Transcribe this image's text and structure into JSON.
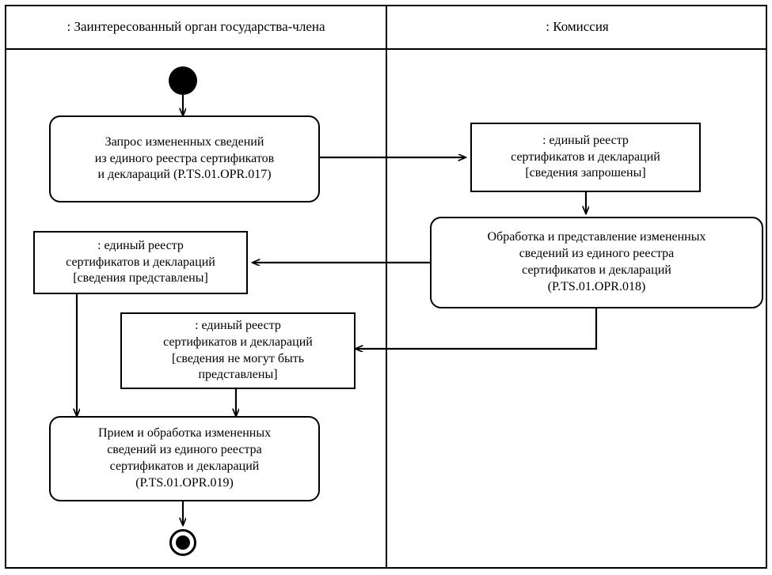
{
  "diagram": {
    "type": "uml-activity-diagram",
    "title": "",
    "line_color": "#000000",
    "background_color": "#ffffff"
  },
  "lanes": [
    {
      "id": "lane-member-state",
      "label": ": Заинтересованный орган государства-члена"
    },
    {
      "id": "lane-commission",
      "label": ": Комиссия"
    }
  ],
  "nodes": {
    "initial": {
      "kind": "initial-node",
      "lane": 0
    },
    "final": {
      "kind": "final-node",
      "lane": 0
    },
    "request_changed_info": {
      "kind": "action",
      "lane": 0,
      "text": "Запрос измененных сведений\nиз единого реестра сертификатов\nи деклараций (P.TS.01.OPR.017)"
    },
    "registry_requested": {
      "kind": "object",
      "lane": 1,
      "text": ": единый реестр\nсертификатов и деклараций\n[сведения запрошены]"
    },
    "process_and_submit": {
      "kind": "action",
      "lane": 1,
      "text": "Обработка и представление измененных\nсведений из единого реестра\nсертификатов и деклараций\n(P.TS.01.OPR.018)"
    },
    "registry_submitted": {
      "kind": "object",
      "lane": 0,
      "text": ": единый реестр\nсертификатов и деклараций\n[сведения представлены]"
    },
    "registry_not_submitted": {
      "kind": "object",
      "lane": 0,
      "text": ": единый реестр\nсертификатов и деклараций\n[сведения не могут быть\nпредставлены]"
    },
    "receive_and_process": {
      "kind": "action",
      "lane": 0,
      "text": "Прием и обработка измененных\nсведений из единого реестра\nсертификатов и деклараций\n(P.TS.01.OPR.019)"
    }
  },
  "edges": [
    {
      "from": "initial",
      "to": "request_changed_info"
    },
    {
      "from": "request_changed_info",
      "to": "registry_requested"
    },
    {
      "from": "registry_requested",
      "to": "process_and_submit"
    },
    {
      "from": "process_and_submit",
      "to": "registry_submitted"
    },
    {
      "from": "process_and_submit",
      "to": "registry_not_submitted"
    },
    {
      "from": "registry_submitted",
      "to": "receive_and_process"
    },
    {
      "from": "registry_not_submitted",
      "to": "receive_and_process"
    },
    {
      "from": "receive_and_process",
      "to": "final"
    }
  ]
}
